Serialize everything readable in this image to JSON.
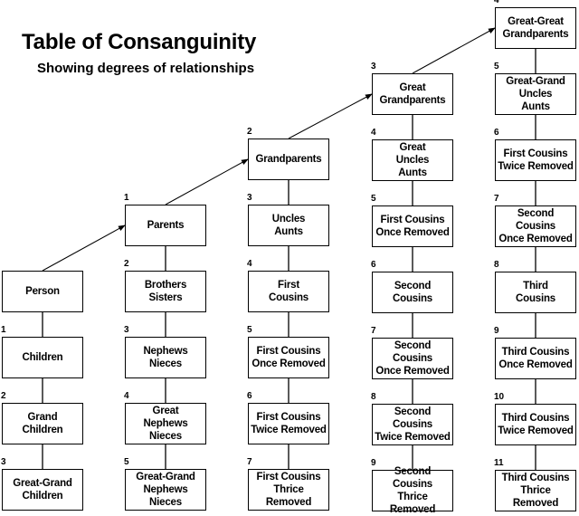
{
  "title": "Table of Consanguinity",
  "subtitle": "Showing degrees of relationships",
  "columns": [
    {
      "cells": [
        {
          "label": "Person",
          "degree": ""
        },
        {
          "label": "Children",
          "degree": "1"
        },
        {
          "label": "Grand\nChildren",
          "degree": "2"
        },
        {
          "label": "Great-Grand\nChildren",
          "degree": "3"
        }
      ]
    },
    {
      "cells": [
        {
          "label": "Parents",
          "degree": "1"
        },
        {
          "label": "Brothers\nSisters",
          "degree": "2"
        },
        {
          "label": "Nephews\nNieces",
          "degree": "3"
        },
        {
          "label": "Great\nNephews\nNieces",
          "degree": "4"
        },
        {
          "label": "Great-Grand\nNephews\nNieces",
          "degree": "5"
        }
      ]
    },
    {
      "cells": [
        {
          "label": "Grandparents",
          "degree": "2"
        },
        {
          "label": "Uncles\nAunts",
          "degree": "3"
        },
        {
          "label": "First\nCousins",
          "degree": "4"
        },
        {
          "label": "First Cousins\nOnce Removed",
          "degree": "5"
        },
        {
          "label": "First Cousins\nTwice Removed",
          "degree": "6"
        },
        {
          "label": "First Cousins\nThrice Removed",
          "degree": "7"
        }
      ]
    },
    {
      "cells": [
        {
          "label": "Great\nGrandparents",
          "degree": "3"
        },
        {
          "label": "Great\nUncles\nAunts",
          "degree": "4"
        },
        {
          "label": "First Cousins\nOnce Removed",
          "degree": "5"
        },
        {
          "label": "Second\nCousins",
          "degree": "6"
        },
        {
          "label": "Second Cousins\nOnce Removed",
          "degree": "7"
        },
        {
          "label": "Second Cousins\nTwice Removed",
          "degree": "8"
        },
        {
          "label": "Second Cousins\nThrice Removed",
          "degree": "9"
        }
      ]
    },
    {
      "cells": [
        {
          "label": "Great-Great\nGrandparents",
          "degree": "4"
        },
        {
          "label": "Great-Grand\nUncles\nAunts",
          "degree": "5"
        },
        {
          "label": "First Cousins\nTwice Removed",
          "degree": "6"
        },
        {
          "label": "Second Cousins\nOnce Removed",
          "degree": "7"
        },
        {
          "label": "Third\nCousins",
          "degree": "8"
        },
        {
          "label": "Third Cousins\nOnce Removed",
          "degree": "9"
        },
        {
          "label": "Third Cousins\nTwice Removed",
          "degree": "10"
        },
        {
          "label": "Third Cousins\nThrice Removed",
          "degree": "11"
        }
      ]
    }
  ]
}
